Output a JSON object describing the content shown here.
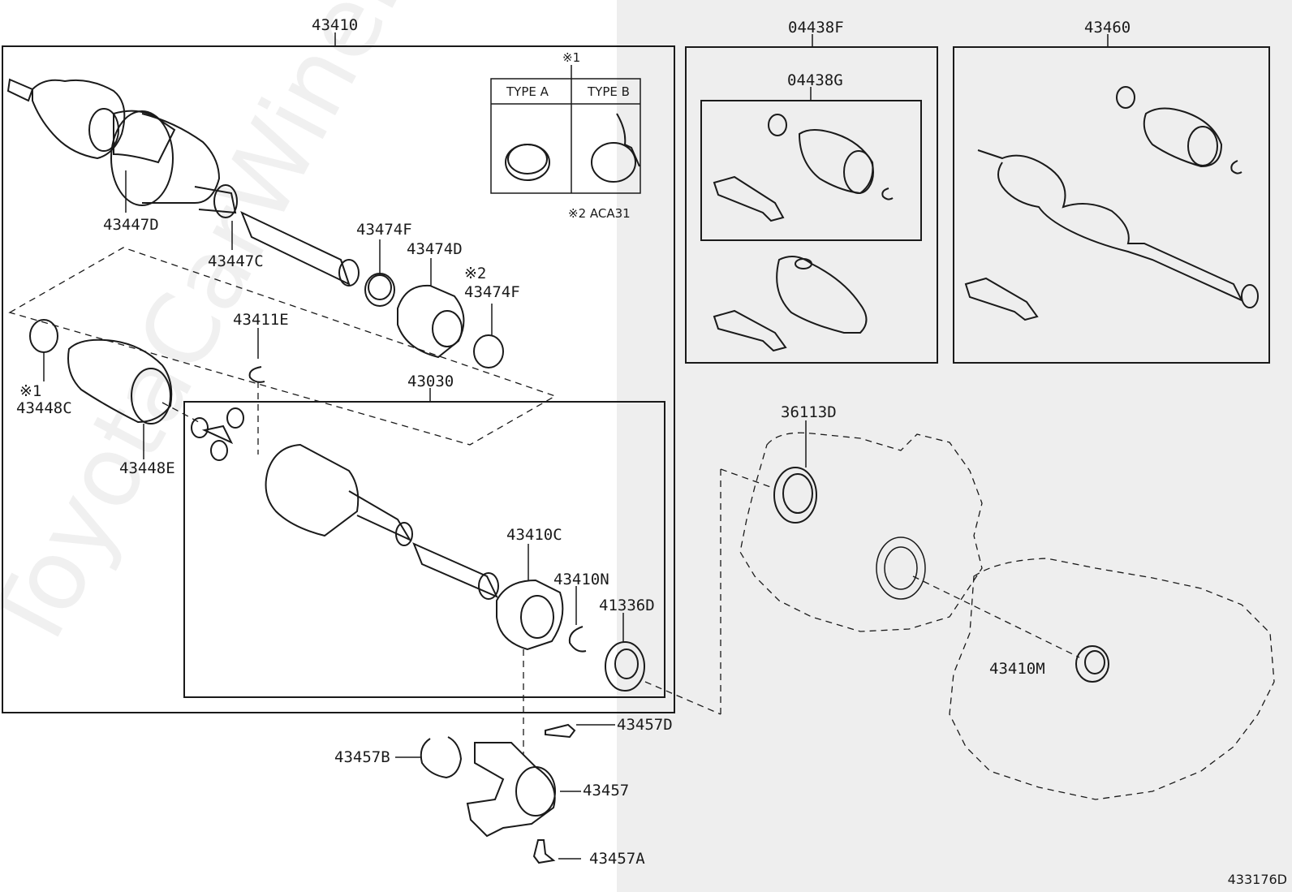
{
  "labels": {
    "main_assembly": "43410",
    "outer_boot_kit": "04438F",
    "inner_boot_kit": "04438G",
    "shaft_assembly_right": "43460",
    "outer_boot": "43447D",
    "outer_clamp": "43447C",
    "clamp_f": "43474F",
    "damper": "43474D",
    "note2": "※2",
    "clamp_f2": "43474F",
    "snap_ring_e": "43411E",
    "inner_joint": "43030",
    "note1_left": "※1",
    "inner_clamp": "43448C",
    "inner_boot": "43448E",
    "oil_seal": "36113D",
    "bearing": "43410C",
    "snap_ring_n": "43410N",
    "dust_cover": "41336D",
    "bearing_m": "43410M",
    "bolt_d": "43457D",
    "clip_b": "43457B",
    "bracket": "43457",
    "bolt_a": "43457A",
    "note1_top": "※1",
    "type_a": "TYPE A",
    "type_b": "TYPE B",
    "note_aca31": "※2 ACA31"
  },
  "watermark": "ToyotaCarWiner.ru",
  "drawing_number": "433176D"
}
